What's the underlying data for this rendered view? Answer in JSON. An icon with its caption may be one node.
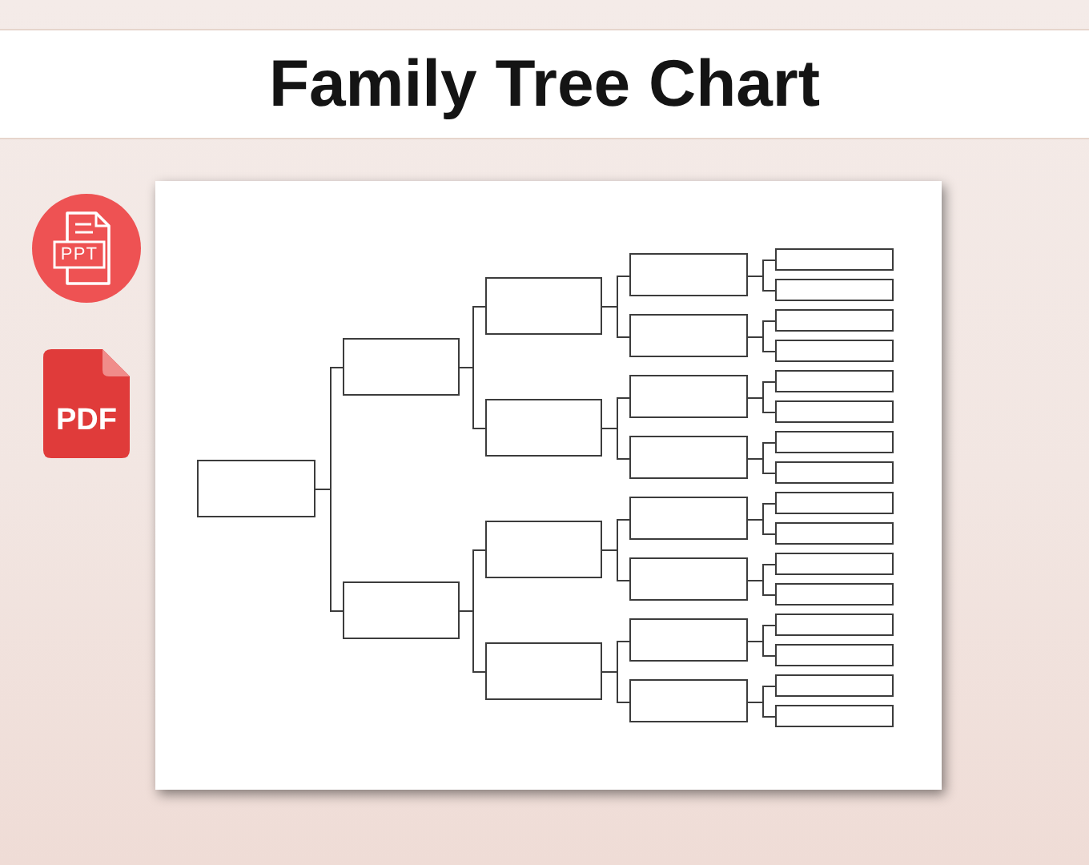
{
  "diagram": {
    "title": "Family Tree Chart",
    "nodes": [
      {
        "text": [],
        "shape": "box"
      },
      {
        "text": [],
        "shape": "box"
      },
      {
        "text": [],
        "shape": "box"
      },
      {
        "text": [],
        "shape": "box"
      },
      {
        "text": [],
        "shape": "box"
      },
      {
        "text": [],
        "shape": "box"
      },
      {
        "text": [],
        "shape": "box"
      },
      {
        "text": [],
        "shape": "box"
      },
      {
        "text": [],
        "shape": "box"
      },
      {
        "text": [],
        "shape": "box"
      },
      {
        "text": [],
        "shape": "box"
      },
      {
        "text": [],
        "shape": "box"
      },
      {
        "text": [],
        "shape": "box"
      },
      {
        "text": [],
        "shape": "box"
      },
      {
        "text": [],
        "shape": "box"
      },
      {
        "text": [],
        "shape": "box"
      },
      {
        "text": [],
        "shape": "box"
      },
      {
        "text": [],
        "shape": "box"
      },
      {
        "text": [],
        "shape": "box"
      },
      {
        "text": [],
        "shape": "box"
      },
      {
        "text": [],
        "shape": "box"
      },
      {
        "text": [],
        "shape": "box"
      },
      {
        "text": [],
        "shape": "box"
      },
      {
        "text": [],
        "shape": "box"
      },
      {
        "text": [],
        "shape": "box"
      },
      {
        "text": [],
        "shape": "box"
      },
      {
        "text": [],
        "shape": "box"
      },
      {
        "text": [],
        "shape": "box"
      },
      {
        "text": [],
        "shape": "box"
      },
      {
        "text": [],
        "shape": "box"
      },
      {
        "text": [],
        "shape": "box"
      }
    ],
    "edges": [
      {
        "from": 0,
        "to": 1,
        "arrow": "none"
      },
      {
        "from": 0,
        "to": 2,
        "arrow": "none"
      },
      {
        "from": 1,
        "to": 3,
        "arrow": "none"
      },
      {
        "from": 1,
        "to": 4,
        "arrow": "none"
      },
      {
        "from": 2,
        "to": 5,
        "arrow": "none"
      },
      {
        "from": 2,
        "to": 6,
        "arrow": "none"
      },
      {
        "from": 3,
        "to": 7,
        "arrow": "none"
      },
      {
        "from": 3,
        "to": 8,
        "arrow": "none"
      },
      {
        "from": 4,
        "to": 9,
        "arrow": "none"
      },
      {
        "from": 4,
        "to": 10,
        "arrow": "none"
      },
      {
        "from": 5,
        "to": 11,
        "arrow": "none"
      },
      {
        "from": 5,
        "to": 12,
        "arrow": "none"
      },
      {
        "from": 6,
        "to": 13,
        "arrow": "none"
      },
      {
        "from": 6,
        "to": 14,
        "arrow": "none"
      },
      {
        "from": 7,
        "to": 15,
        "arrow": "none"
      },
      {
        "from": 7,
        "to": 16,
        "arrow": "none"
      },
      {
        "from": 8,
        "to": 17,
        "arrow": "none"
      },
      {
        "from": 8,
        "to": 18,
        "arrow": "none"
      },
      {
        "from": 9,
        "to": 19,
        "arrow": "none"
      },
      {
        "from": 9,
        "to": 20,
        "arrow": "none"
      },
      {
        "from": 10,
        "to": 21,
        "arrow": "none"
      },
      {
        "from": 10,
        "to": 22,
        "arrow": "none"
      },
      {
        "from": 11,
        "to": 23,
        "arrow": "none"
      },
      {
        "from": 11,
        "to": 24,
        "arrow": "none"
      },
      {
        "from": 12,
        "to": 25,
        "arrow": "none"
      },
      {
        "from": 12,
        "to": 26,
        "arrow": "none"
      },
      {
        "from": 13,
        "to": 27,
        "arrow": "none"
      },
      {
        "from": 13,
        "to": 28,
        "arrow": "none"
      },
      {
        "from": 14,
        "to": 29,
        "arrow": "none"
      },
      {
        "from": 14,
        "to": 30,
        "arrow": "none"
      }
    ],
    "labels": [
      "PPT",
      "PDF"
    ]
  }
}
